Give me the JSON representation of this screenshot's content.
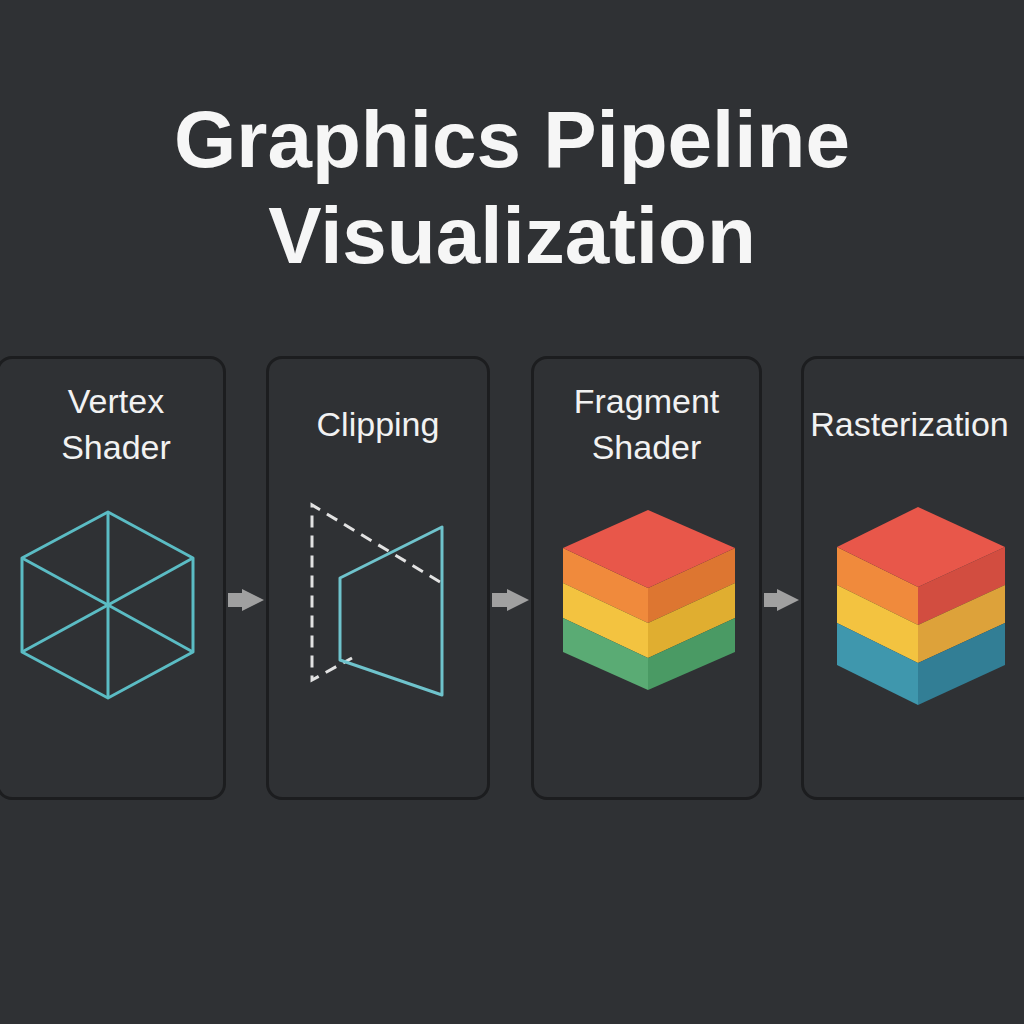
{
  "diagram": {
    "title": "Graphics Pipeline Visualization",
    "nodes": [
      {
        "text": [
          "Vertex Shader"
        ]
      },
      {
        "text": [
          "Clipping"
        ]
      },
      {
        "text": [
          "Fragment Shader"
        ]
      },
      {
        "text": [
          "Rasterization"
        ]
      }
    ],
    "edges": [
      {
        "from": 0,
        "to": 1,
        "arrow": "to"
      },
      {
        "from": 1,
        "to": 2,
        "arrow": "to"
      },
      {
        "from": 2,
        "to": 3,
        "arrow": "to"
      }
    ]
  }
}
